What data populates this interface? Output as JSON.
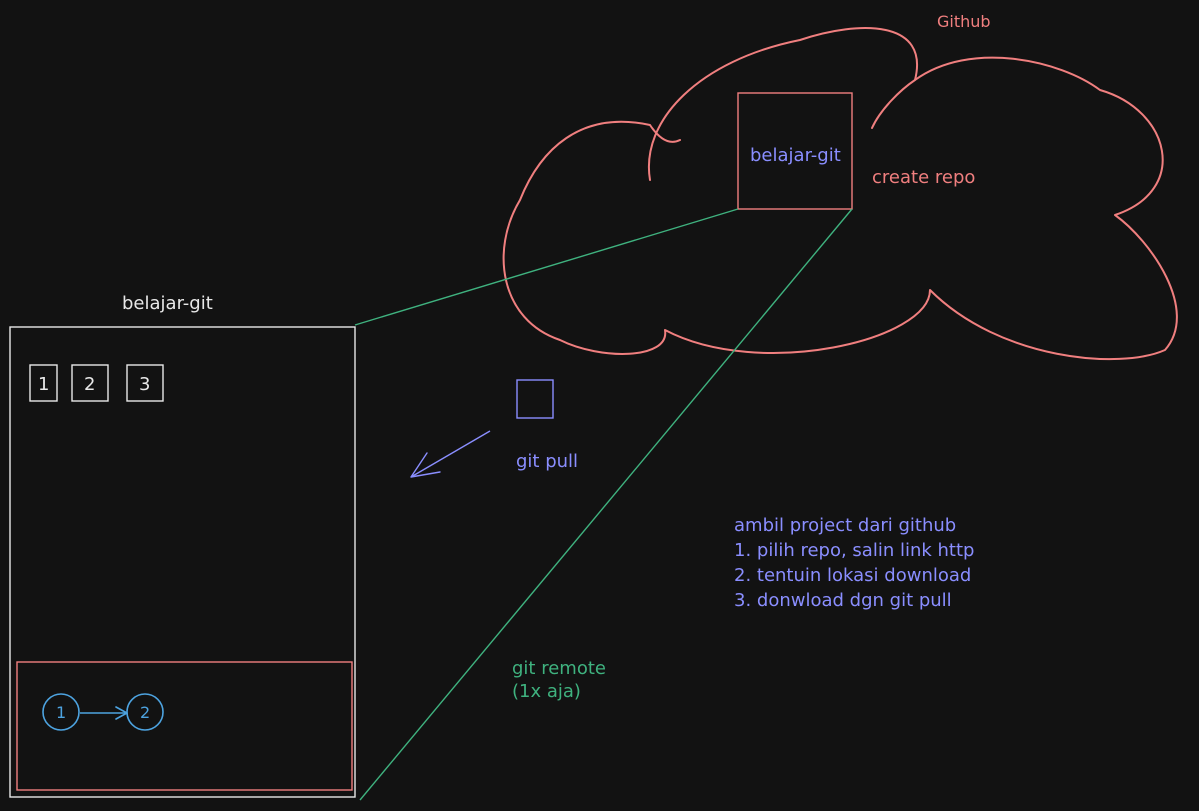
{
  "colors": {
    "background": "#121212",
    "white": "#e8e8e8",
    "red": "#f07f7f",
    "blue": "#8a8eff",
    "green": "#3fb27f",
    "light_blue": "#4da3e0"
  },
  "cloud": {
    "title": "Github",
    "repo_box_label": "belajar-git",
    "create_label": "create repo"
  },
  "local": {
    "title": "belajar-git",
    "files": [
      "1",
      "2",
      "3"
    ],
    "commits": [
      "1",
      "2"
    ]
  },
  "pull_label": "git pull",
  "remote": {
    "line1": "git remote",
    "line2": "(1x aja)"
  },
  "notes": [
    "ambil project dari github",
    "1. pilih repo, salin link http",
    "2. tentuin lokasi download",
    "3. donwload dgn git pull"
  ]
}
